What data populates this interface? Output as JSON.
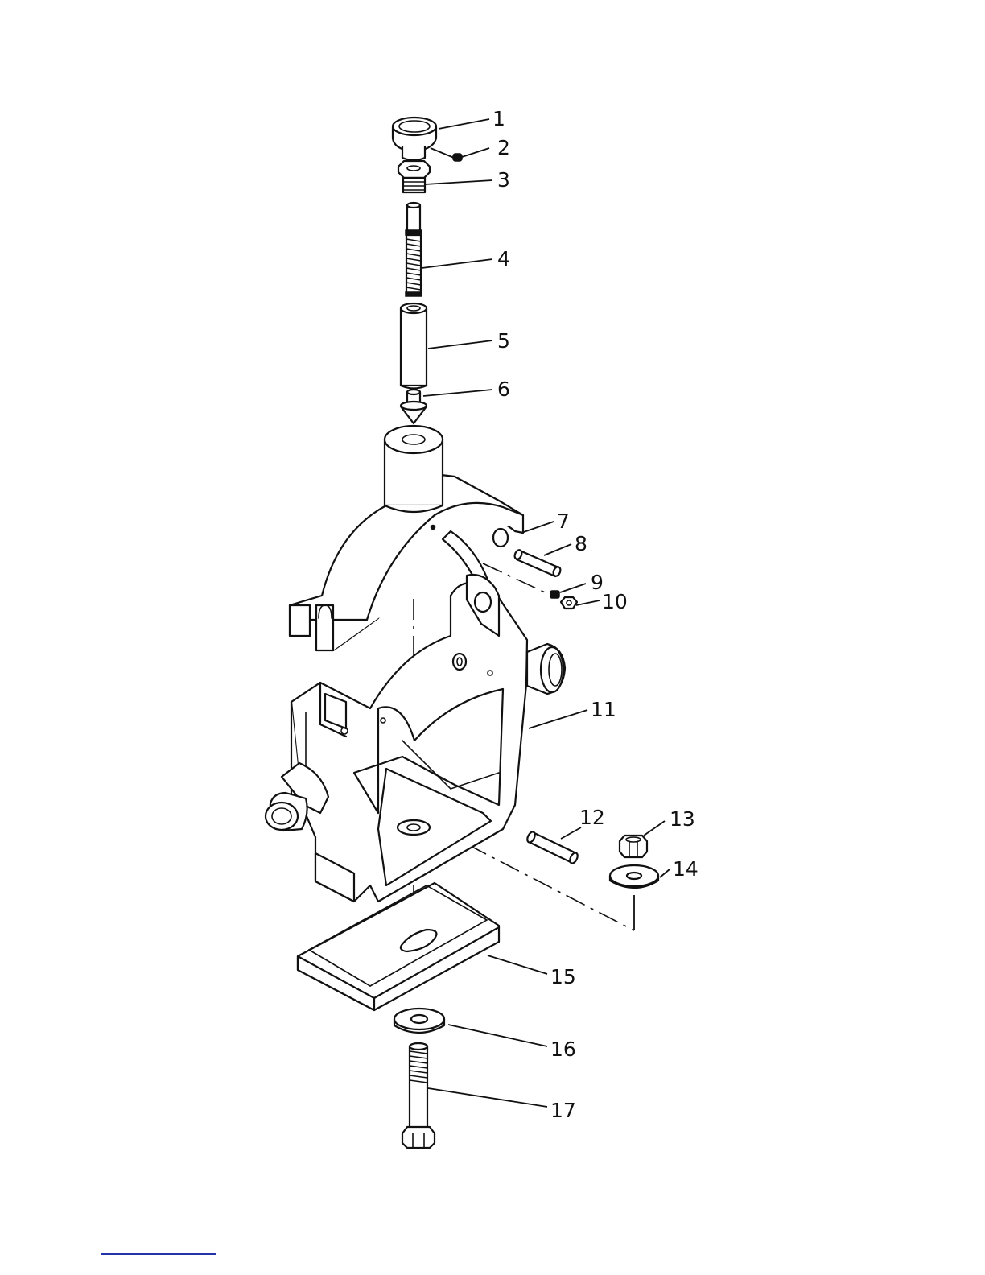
{
  "callouts": {
    "c1": "1",
    "c2": "2",
    "c3": "3",
    "c4": "4",
    "c5": "5",
    "c6": "6",
    "c7": "7",
    "c8": "8",
    "c9": "9",
    "c10": "10",
    "c11": "11",
    "c12": "12",
    "c13": "13",
    "c14": "14",
    "c15": "15",
    "c16": "16",
    "c17": "17"
  },
  "colors": {
    "line": "#111111",
    "background": "#ffffff",
    "rule": "#2233aa"
  }
}
